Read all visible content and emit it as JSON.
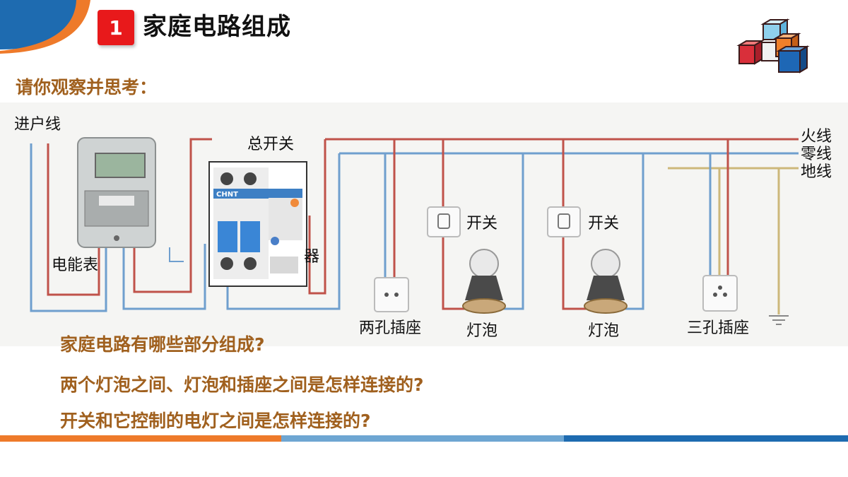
{
  "header": {
    "number": "1",
    "title": "家庭电路组成"
  },
  "subtitle": "请你观察并思考：",
  "diagram": {
    "labels": {
      "incoming": "进户线",
      "main_switch": "总开关",
      "meter": "电能表",
      "live": "火线",
      "neutral": "零线",
      "ground": "地线",
      "switch1": "开关",
      "switch2": "开关",
      "bulb1": "灯泡",
      "bulb2": "灯泡",
      "socket2": "两孔插座",
      "socket3": "三孔插座",
      "partial": "器",
      "brand": "CHNT"
    }
  },
  "questions": [
    "家庭电路有哪些部分组成?",
    "两个灯泡之间、灯泡和插座之间是怎样连接的?",
    "开关和它控制的电灯之间是怎样连接的?"
  ],
  "colors": {
    "accent_red": "#e8191b",
    "question": "#a0601e",
    "live_wire": "#c0524a",
    "neutral_wire": "#6f9fce",
    "ground_wire": "#cdb87a"
  }
}
